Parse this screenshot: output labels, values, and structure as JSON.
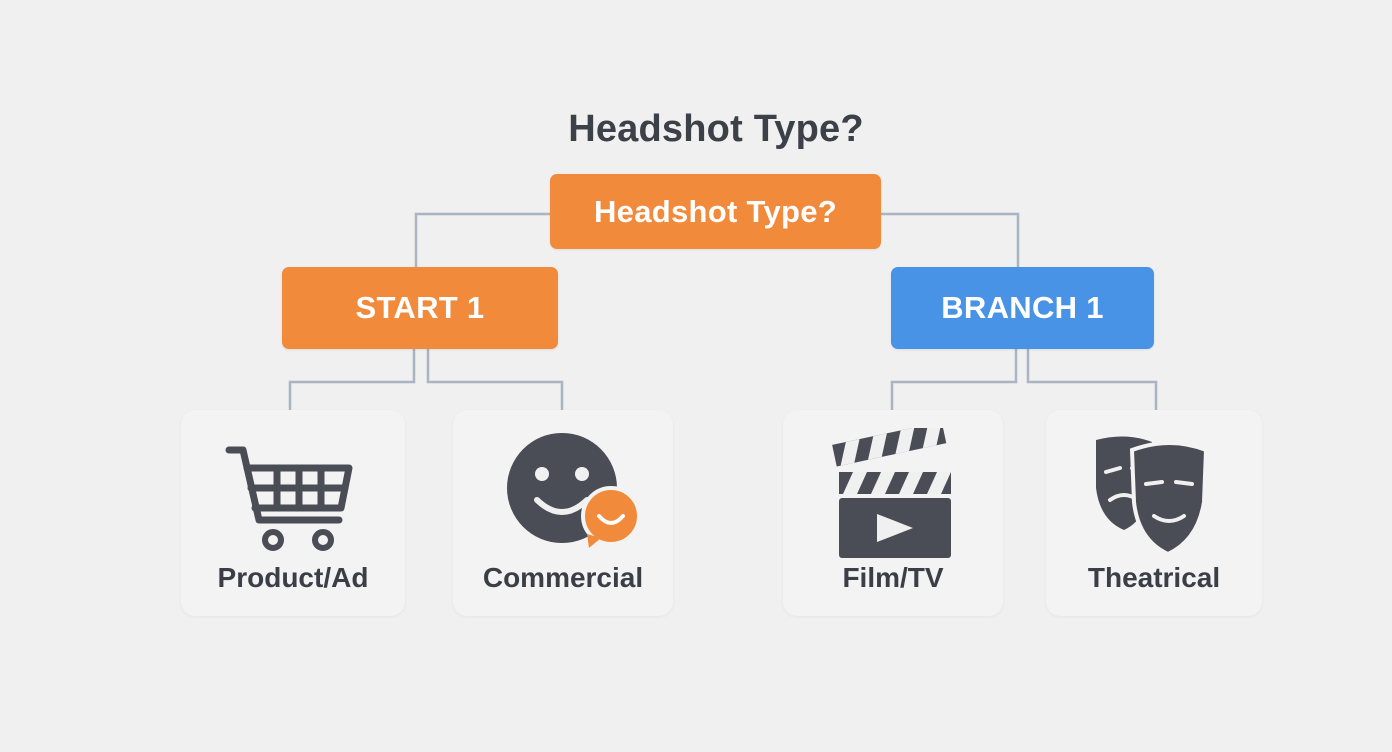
{
  "diagram": {
    "title": "Headshot Type?",
    "root": {
      "label": "Headshot Type?",
      "color": "#f28a3c"
    },
    "branches": [
      {
        "label": "START 1",
        "color": "#f28a3c",
        "leaves": [
          {
            "label": "Product/Ad",
            "icon": "shopping-cart-icon"
          },
          {
            "label": "Commercial",
            "icon": "smiley-chat-icon"
          }
        ]
      },
      {
        "label": "BRANCH 1",
        "color": "#4893e6",
        "leaves": [
          {
            "label": "Film/TV",
            "icon": "clapperboard-icon"
          },
          {
            "label": "Theatrical",
            "icon": "theater-masks-icon"
          }
        ]
      }
    ],
    "colors": {
      "connector": "#aab4c2",
      "icon_dark": "#4a4d55",
      "icon_accent": "#f28a3c",
      "background": "#f0f0f0"
    }
  }
}
